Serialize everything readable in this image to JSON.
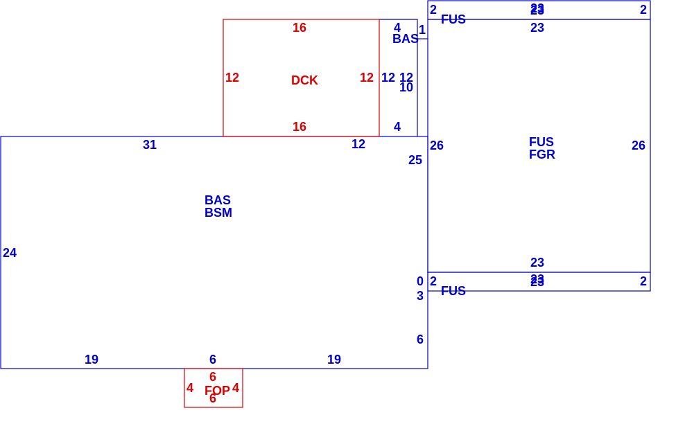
{
  "colors": {
    "main": "#0000cc",
    "addition": "#dd0000",
    "background": "#ffffff"
  },
  "areas": {
    "bas_bsm": {
      "code1": "BAS",
      "code2": "BSM"
    },
    "bas_small": {
      "code": "BAS"
    },
    "dck": {
      "code": "DCK"
    },
    "fus_fgr": {
      "code1": "FUS",
      "code2": "FGR"
    },
    "fus_top": {
      "code": "FUS"
    },
    "fus_bottom": {
      "code": "FUS"
    },
    "fop": {
      "code": "FOP"
    }
  },
  "dimensions": {
    "bas": {
      "top_left": "31",
      "top_right": "12",
      "left": "24",
      "bottom_left": "19",
      "bottom_mid": "6",
      "bottom_right": "19",
      "right_upper": "25",
      "right_zero": "0",
      "right_three": "3",
      "right_six": "6"
    },
    "bas_small": {
      "top": "4",
      "bottom": "4",
      "right": "1",
      "left": "12",
      "inner_a": "12",
      "inner_b": "10"
    },
    "dck": {
      "top": "16",
      "bottom": "16",
      "left": "12",
      "right": "12"
    },
    "fus_fgr": {
      "top": "23",
      "bottom": "23",
      "left": "26",
      "right": "26"
    },
    "fus_top": {
      "left": "2",
      "right": "2",
      "top_a": "23",
      "top_b": "23"
    },
    "fus_bottom": {
      "left": "2",
      "right": "2",
      "top_a": "23",
      "top_b": "23"
    },
    "fop": {
      "top": "6",
      "bottom": "6",
      "left": "4",
      "right": "4"
    }
  }
}
